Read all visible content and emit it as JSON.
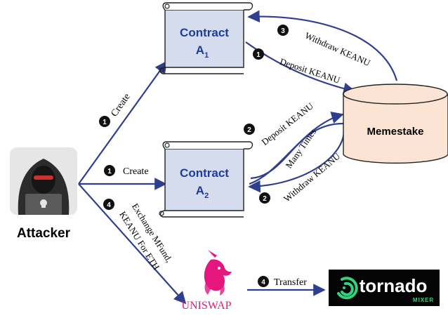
{
  "colors": {
    "arrow": "#2E3F8F",
    "contract_fill": "#D5DCEE",
    "db_fill": "#FCE4D4",
    "uniswap_pink": "#E5177E",
    "tornado_bg": "#050505",
    "tornado_green": "#34D27F",
    "badge": "#111111"
  },
  "nodes": {
    "attacker": {
      "label": "Attacker",
      "icon": "hacker-icon"
    },
    "contract_a1": {
      "title": "Contract",
      "sub_main": "A",
      "sub_index": "1"
    },
    "contract_a2": {
      "title": "Contract",
      "sub_main": "A",
      "sub_index": "2"
    },
    "memestake": {
      "label": "Memestake"
    },
    "uniswap": {
      "label": "UNISWAP",
      "icon": "unicorn-icon"
    },
    "tornado": {
      "label": "tornado",
      "sub": "MIXER",
      "icon": "tornado-logo-icon"
    }
  },
  "edges": {
    "create_a1": {
      "step": "1",
      "label": "Create"
    },
    "create_a2": {
      "step": "1",
      "label": "Create"
    },
    "deposit_a1": {
      "step": "1",
      "label": "Deposit KEANU"
    },
    "withdraw_a1": {
      "step": "3",
      "label": "Withdraw KEANU"
    },
    "deposit_a2": {
      "step": "2",
      "label": "Deposit KEANU"
    },
    "many_times": {
      "label": "Many Times"
    },
    "withdraw_a2": {
      "step": "2",
      "label": "Withdraw KEANU"
    },
    "exchange": {
      "step": "4",
      "line1": "Exchange MFund,",
      "line2": "KEANU For ETH"
    },
    "transfer": {
      "step": "4",
      "label": "Transfer"
    }
  }
}
